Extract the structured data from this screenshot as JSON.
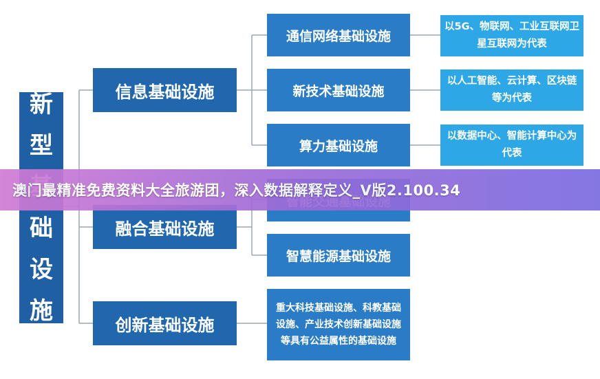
{
  "diagram": {
    "root": {
      "chars": [
        "新",
        "型",
        "基",
        "础",
        "设",
        "施"
      ]
    },
    "info": {
      "label": "信息基础设施",
      "children": [
        {
          "label": "通信网络基础设施",
          "note": "以5G、物联网、工业互联网卫星互联网为代表"
        },
        {
          "label": "新技术基础设施",
          "note": "以人工智能、云计算、区块链等为代表"
        },
        {
          "label": "算力基础设施",
          "note": "以数据中心、智能计算中心为代表"
        }
      ]
    },
    "fusion": {
      "label": "融合基础设施",
      "children": [
        {
          "label": "智能交通基础设施"
        },
        {
          "label": "智慧能源基础设施"
        }
      ]
    },
    "innovation": {
      "label": "创新基础设施",
      "note": "重大科技基础设施、科教基础设施、产业技术创新基础设施等具有公益属性的基础设施"
    }
  },
  "banner": {
    "text": "澳门最精准免费资料大全旅游团，深入数据解释定义_V版2.100.34"
  },
  "colors": {
    "root": "#1f5fa3",
    "level1": "#2067ae",
    "level2": "#2a7cc7",
    "level3": "#2ea7e6",
    "line": "#9aa5b1"
  }
}
